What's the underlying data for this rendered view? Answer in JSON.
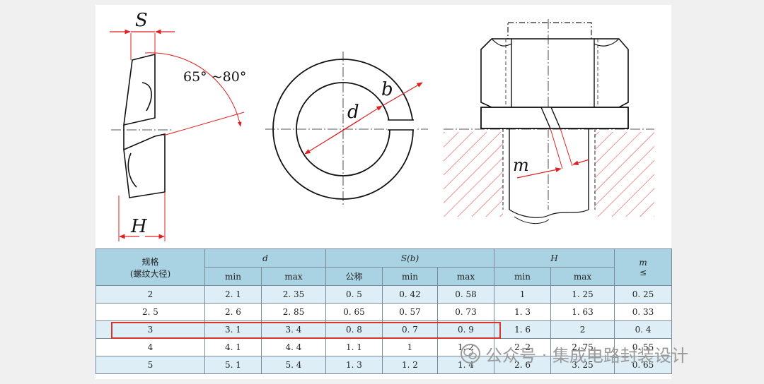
{
  "labels": {
    "S": "S",
    "H": "H",
    "angle": "65° ~80°",
    "d": "d",
    "b": "b",
    "m": "m"
  },
  "table": {
    "header_row1": {
      "spec": "规格",
      "spec_sub": "(螺纹大径)",
      "d": "d",
      "s": "S(b)",
      "h": "H",
      "m": "m",
      "m_sub": "≤"
    },
    "header_row2": [
      "min",
      "max",
      "公称",
      "min",
      "max",
      "min",
      "max"
    ],
    "rows": [
      [
        "2",
        "2. 1",
        "2. 35",
        "0. 5",
        "0. 42",
        "0. 58",
        "1",
        "1. 25",
        "0. 25"
      ],
      [
        "2. 5",
        "2. 6",
        "2. 85",
        "0. 65",
        "0. 57",
        "0. 73",
        "1. 3",
        "1. 63",
        "0. 33"
      ],
      [
        "3",
        "3. 1",
        "3. 4",
        "0. 8",
        "0. 7",
        "0. 9",
        "1. 6",
        "2",
        "0. 4"
      ],
      [
        "4",
        "4. 1",
        "4. 4",
        "1. 1",
        "1",
        "1. 2",
        "2. 2",
        "2. 75",
        "0. 55"
      ],
      [
        "5",
        "5. 1",
        "5. 4",
        "1. 3",
        "1. 2",
        "1. 4",
        "2. 6",
        "3. 25",
        "0. 65"
      ]
    ]
  },
  "highlight_row": 2,
  "watermark": {
    "text": "公众号 · 集成电路封装设计",
    "icon": "wechat-icon"
  },
  "colors": {
    "dimension": "#e02020",
    "header_bg": "#a9d3e3",
    "row_alt_bg": "#ddeef6",
    "highlight": "#d9342b"
  }
}
